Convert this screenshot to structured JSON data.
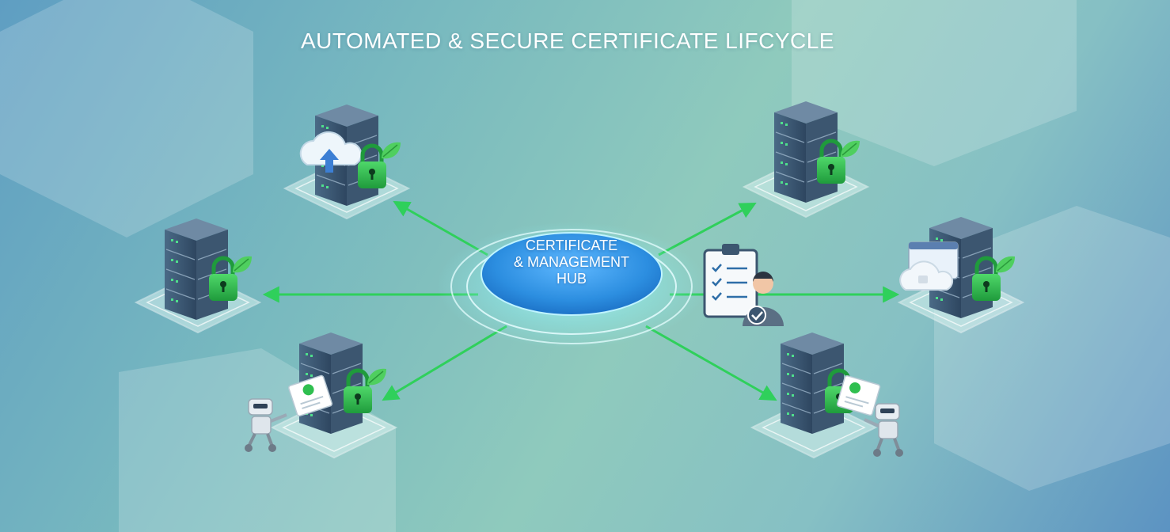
{
  "title": "AUTOMATED & SECURE CERTIFICATE LIFCYCLE",
  "hub": {
    "lines": [
      "CERTIFICATE",
      "& MANAGEMENT",
      "HUB"
    ]
  },
  "colors": {
    "arrow": "#2fd05b",
    "hub": "#2e8fe0",
    "lock": "#2fbf4f",
    "server_dark": "#3c5670",
    "server_light": "#6f8aa4"
  },
  "nodes": [
    {
      "id": "server-cloud-upload",
      "icons": [
        "server-rack-icon",
        "cloud-upload-icon",
        "padlock-icon",
        "leaf-icon"
      ]
    },
    {
      "id": "server-secure-top-right",
      "icons": [
        "server-rack-icon",
        "padlock-icon",
        "leaf-icon"
      ]
    },
    {
      "id": "server-secure-left",
      "icons": [
        "server-rack-icon",
        "padlock-icon",
        "leaf-icon"
      ]
    },
    {
      "id": "server-cloud-browser",
      "icons": [
        "server-rack-icon",
        "browser-window-icon",
        "cloud-lock-icon",
        "padlock-icon",
        "leaf-icon"
      ]
    },
    {
      "id": "server-robot-bottom-left",
      "icons": [
        "server-rack-icon",
        "robot-icon",
        "certificate-document-icon",
        "padlock-icon",
        "leaf-icon"
      ]
    },
    {
      "id": "server-robot-bottom-right",
      "icons": [
        "server-rack-icon",
        "robot-icon",
        "certificate-document-icon",
        "padlock-icon",
        "leaf-icon"
      ]
    },
    {
      "id": "approval-admin",
      "icons": [
        "clipboard-checklist-icon",
        "admin-person-icon",
        "checkmark-icon"
      ]
    }
  ]
}
